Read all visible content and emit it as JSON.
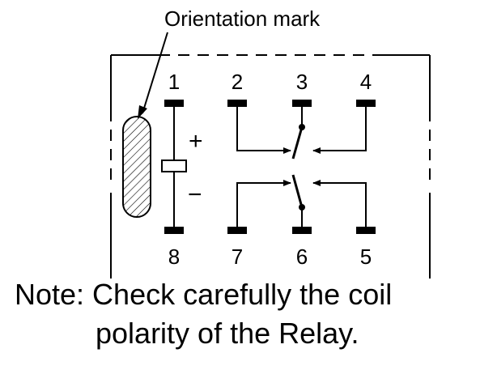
{
  "orientation_label": "Orientation mark",
  "pins": {
    "p1": "1",
    "p2": "2",
    "p3": "3",
    "p4": "4",
    "p5": "5",
    "p6": "6",
    "p7": "7",
    "p8": "8"
  },
  "coil": {
    "plus": "+",
    "minus": "−"
  },
  "note": {
    "line1": "Note: Check carefully the coil",
    "line2": "polarity of the Relay."
  },
  "colors": {
    "ink": "#000000",
    "background": "#ffffff"
  }
}
